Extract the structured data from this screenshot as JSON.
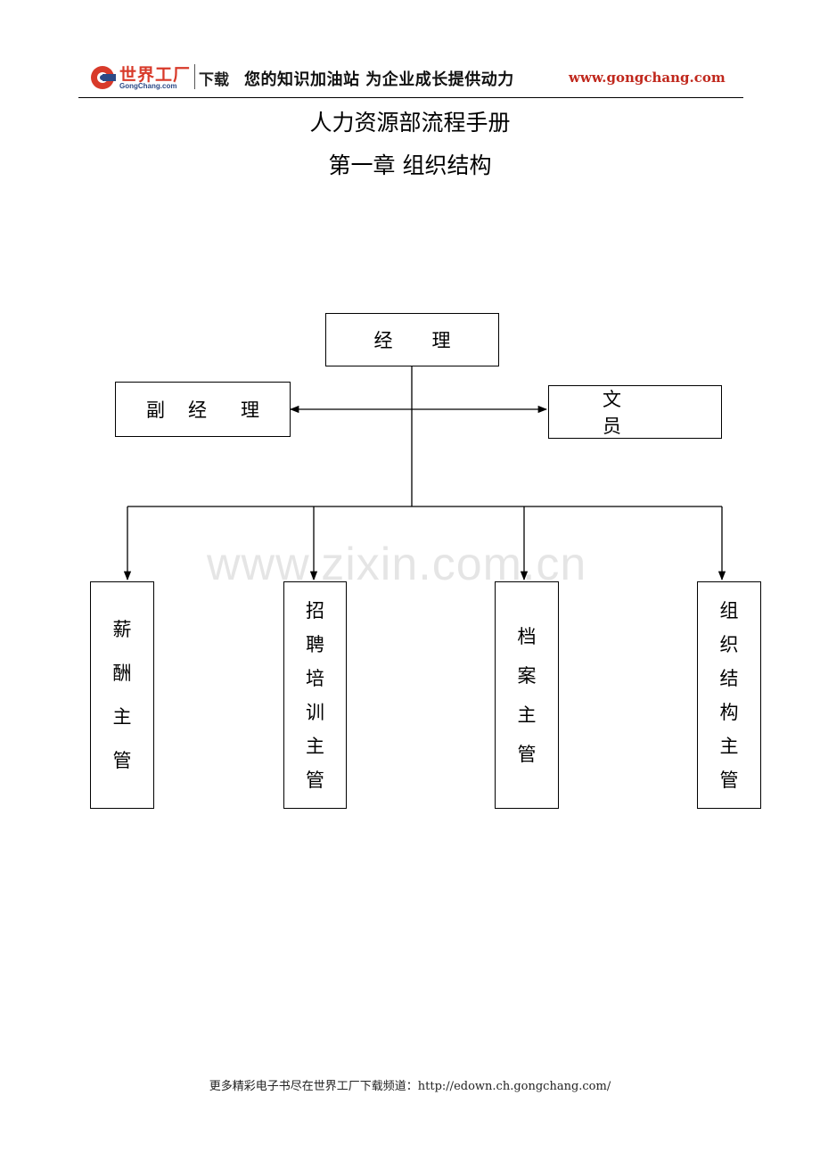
{
  "header": {
    "logo_cn": "世界工厂",
    "logo_en": "GongChang.com",
    "logo_suffix": "下载",
    "slogan": "您的知识加油站 为企业成长提供动力",
    "url": "www.gongchang.com"
  },
  "document": {
    "title": "人力资源部流程手册",
    "chapter": "第一章  组织结构"
  },
  "org_chart": {
    "manager": "经理",
    "deputy": [
      "副",
      "经",
      "理"
    ],
    "clerk": "文员",
    "departments": [
      {
        "name": [
          "薪",
          "酬",
          "主",
          "管"
        ]
      },
      {
        "name": [
          "招",
          "聘",
          "培",
          "训",
          "主",
          "管"
        ]
      },
      {
        "name": [
          "档",
          "案",
          "主",
          "管"
        ]
      },
      {
        "name": [
          "组",
          "织",
          "结",
          "构",
          "主",
          "管"
        ]
      }
    ]
  },
  "watermark": "www.zixin.com.cn",
  "footer": "更多精彩电子书尽在世界工厂下载频道：http://edown.ch.gongchang.com/",
  "colors": {
    "logo_red": "#d83a2a",
    "logo_blue": "#2c4a87",
    "url_red": "#c0281d"
  }
}
